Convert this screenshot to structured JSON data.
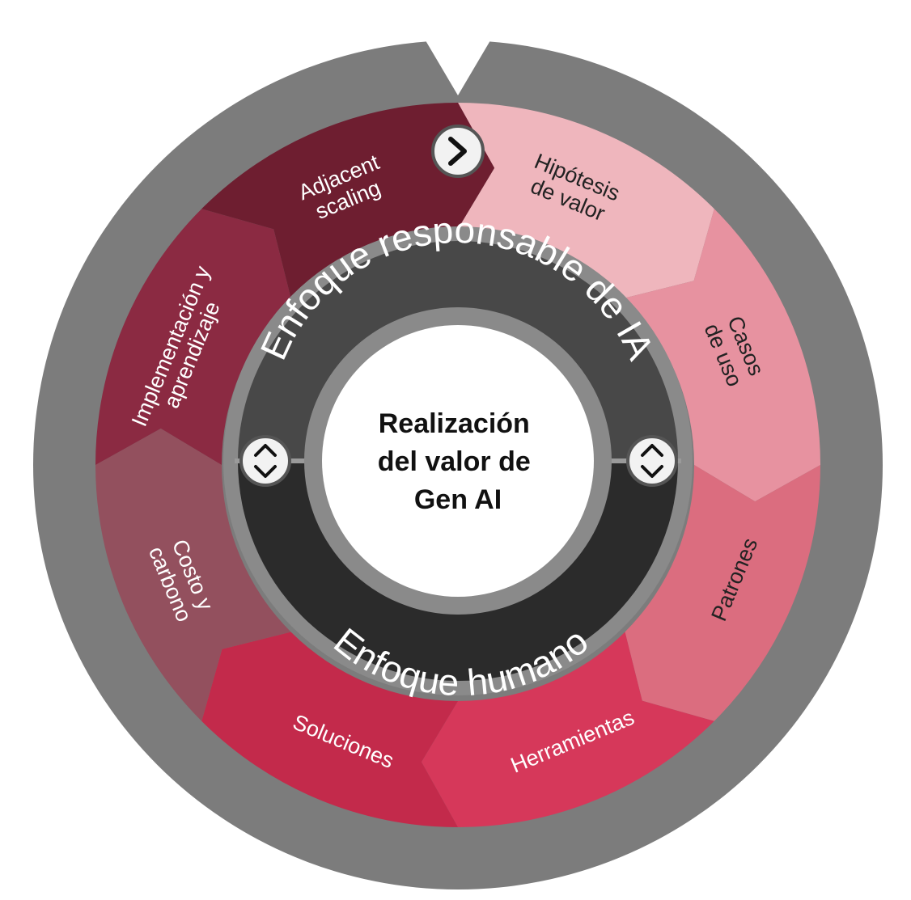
{
  "center": {
    "lines": [
      "Realización",
      "del valor de",
      "Gen AI"
    ]
  },
  "inner_ring": {
    "top_label": "Enfoque responsable de IA",
    "bottom_label": "Enfoque humano"
  },
  "segments": [
    {
      "lines": [
        "Hipótesis",
        "de valor"
      ],
      "color": "#efb6bd",
      "text_color": "#222222"
    },
    {
      "lines": [
        "Casos",
        "de uso"
      ],
      "color": "#e792a0",
      "text_color": "#222222"
    },
    {
      "lines": [
        "Patrones"
      ],
      "color": "#db6d7f",
      "text_color": "#222222"
    },
    {
      "lines": [
        "Herramientas"
      ],
      "color": "#d6385a",
      "text_color": "#ffffff"
    },
    {
      "lines": [
        "Soluciones"
      ],
      "color": "#c32a4b",
      "text_color": "#ffffff"
    },
    {
      "lines": [
        "Costo y",
        "carbono"
      ],
      "color": "#93505e",
      "text_color": "#ffffff"
    },
    {
      "lines": [
        "Implementación y",
        "aprendizaje"
      ],
      "color": "#8b2a42",
      "text_color": "#ffffff"
    },
    {
      "lines": [
        "Adjacent",
        "scaling"
      ],
      "color": "#6e1e30",
      "text_color": "#ffffff"
    }
  ],
  "icons": [
    "chevron-right-icon",
    "up-down-chevron-icon"
  ],
  "colors": {
    "outer_ring": "#7c7c7c",
    "ring_gray": "#8a8a8a",
    "dark_band_top": "#484848",
    "dark_band_bottom": "#2b2b2b",
    "center": "#ffffff"
  }
}
